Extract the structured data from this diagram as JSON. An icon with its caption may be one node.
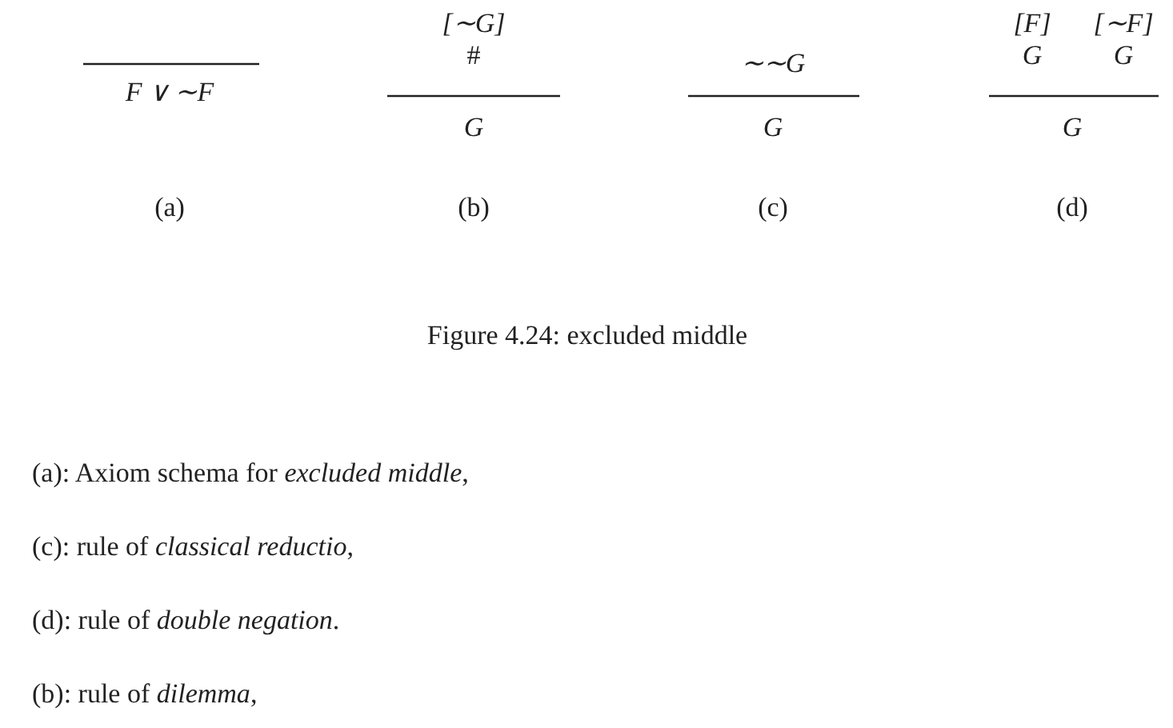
{
  "diagram": {
    "caption": "Figure 4.24: excluded middle",
    "labels": [
      "F ∨ ∼F",
      "[∼G]",
      "#",
      "G",
      "∼∼G",
      "G",
      "[F]",
      "[∼F]",
      "G",
      "G",
      "G",
      "(a)",
      "(b)",
      "(c)",
      "(d)",
      "(a): Axiom schema for *excluded middle*,",
      "(c): rule of *classical reductio*,",
      "(d): rule of *double negation*.",
      "(b): rule of *dilemma*,"
    ]
  }
}
